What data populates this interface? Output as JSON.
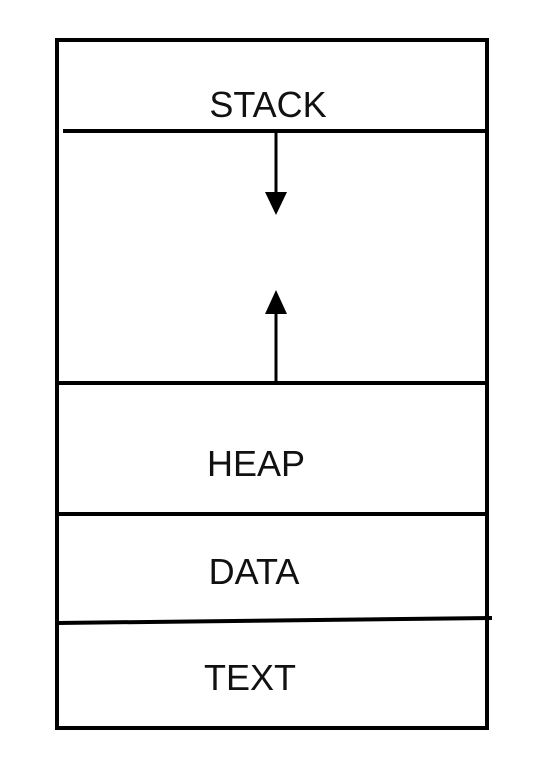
{
  "diagram": {
    "segments": [
      {
        "label": "STACK"
      },
      {
        "label": ""
      },
      {
        "label": "HEAP"
      },
      {
        "label": "DATA"
      },
      {
        "label": "TEXT"
      }
    ],
    "stack_growth": "down",
    "heap_growth": "up",
    "colors": {
      "line": "#000000",
      "text": "#111111",
      "background": "#ffffff"
    }
  }
}
